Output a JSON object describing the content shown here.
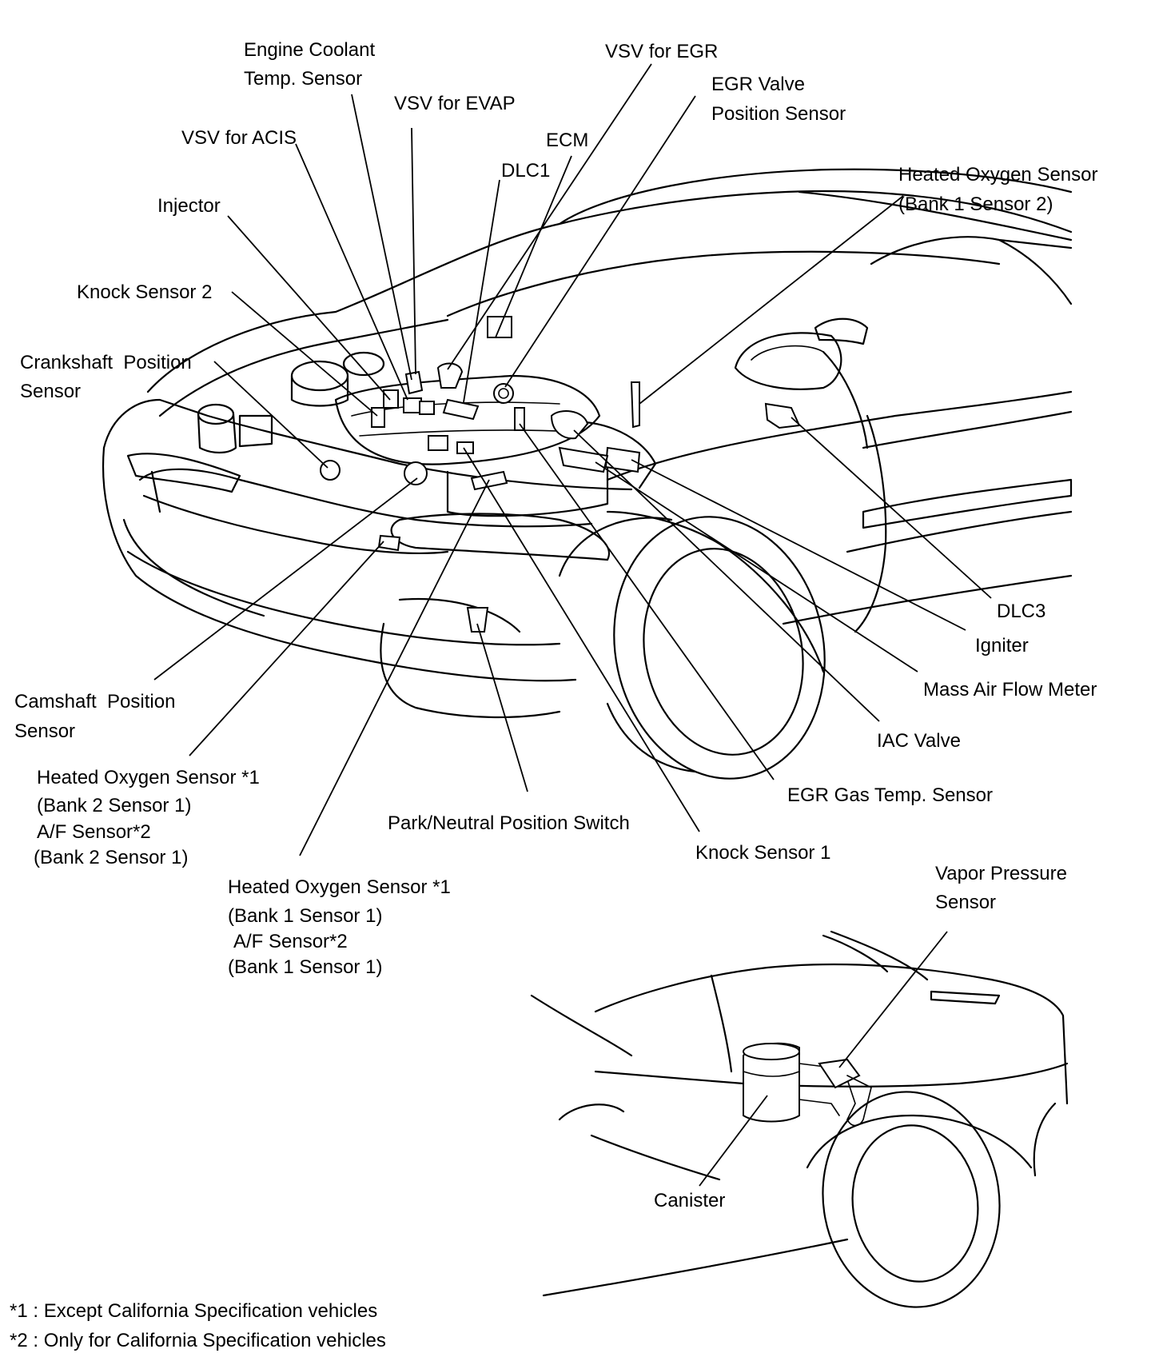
{
  "labels": {
    "engine_coolant": [
      "Engine Coolant",
      "Temp. Sensor"
    ],
    "vsv_egr": "VSV for EGR",
    "egr_valve_pos": [
      "EGR Valve",
      "Position Sensor"
    ],
    "vsv_evap": "VSV for EVAP",
    "ecm": "ECM",
    "vsv_acis": "VSV for ACIS",
    "dlc1": "DLC1",
    "ho2s_b1s2": [
      "Heated Oxygen Sensor",
      "(Bank 1 Sensor 2)"
    ],
    "injector": "Injector",
    "knock2": "Knock Sensor 2",
    "crankshaft": [
      "Crankshaft  Position",
      "Sensor"
    ],
    "dlc3": "DLC3",
    "igniter": "Igniter",
    "maf": "Mass Air Flow Meter",
    "camshaft": [
      "Camshaft  Position",
      "Sensor"
    ],
    "iac": "IAC Valve",
    "ho2s_b2s1": [
      "Heated Oxygen Sensor *1",
      "(Bank 2 Sensor 1)",
      "A/F Sensor*2",
      "(Bank 2 Sensor 1)"
    ],
    "egr_gas_temp": "EGR Gas Temp. Sensor",
    "pnp": "Park/Neutral Position Switch",
    "knock1": "Knock Sensor 1",
    "ho2s_b1s1": [
      "Heated Oxygen Sensor *1",
      "(Bank 1 Sensor 1)",
      "A/F Sensor*2",
      "(Bank 1 Sensor 1)"
    ],
    "vapor_pressure": [
      "Vapor Pressure",
      "Sensor"
    ],
    "canister": "Canister"
  },
  "footnotes": [
    "*1 : Except California Specification vehicles",
    "*2 : Only for California Specification vehicles"
  ]
}
